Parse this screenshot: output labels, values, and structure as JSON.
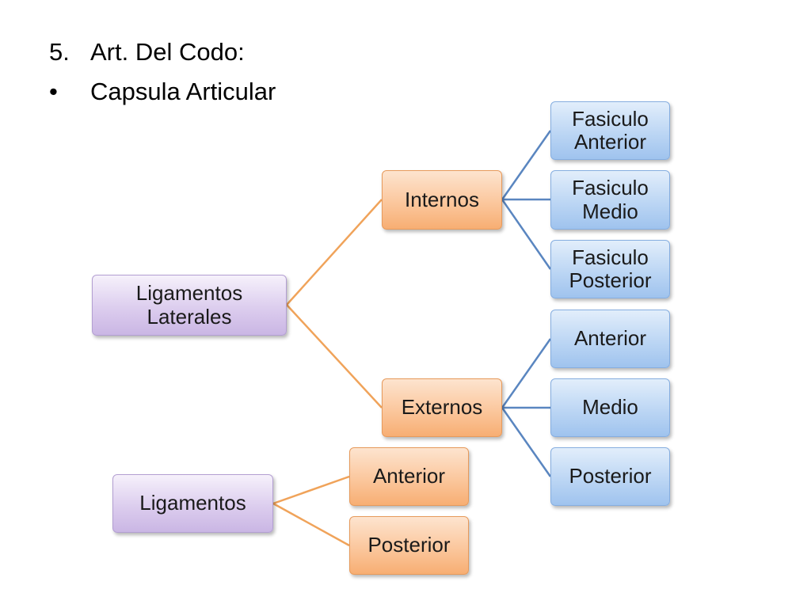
{
  "slide": {
    "bullets": [
      {
        "marker": "5.",
        "text": "Art. Del Codo:"
      },
      {
        "marker": "•",
        "text": "Capsula Articular"
      }
    ]
  },
  "diagram": {
    "tree1": {
      "root": "Ligamentos\nLaterales",
      "internos": {
        "label": "Internos",
        "children": [
          "Fasiculo\nAnterior",
          "Fasiculo\nMedio",
          "Fasiculo\nPosterior"
        ]
      },
      "externos": {
        "label": "Externos",
        "children": [
          "Anterior",
          "Medio",
          "Posterior"
        ]
      }
    },
    "tree2": {
      "root": "Ligamentos",
      "children": [
        "Anterior",
        "Posterior"
      ]
    },
    "colors": {
      "level1": "#cab6e4",
      "level2": "#f7ae73",
      "level3": "#9fc3ee",
      "orange_connector": "#f0a35a",
      "blue_connector": "#5a86c0"
    }
  }
}
